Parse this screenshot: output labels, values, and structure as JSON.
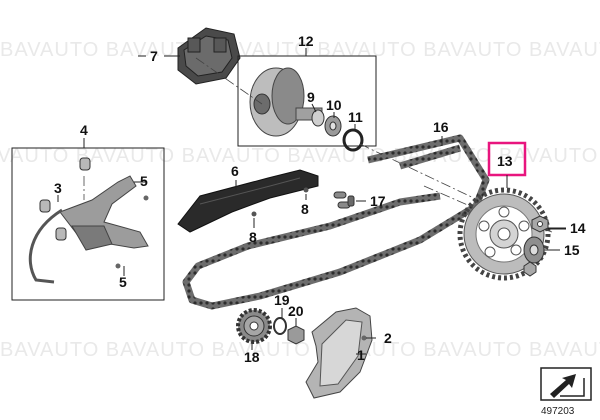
{
  "watermark": "BAVAUTO",
  "highlight_color": "#e8157e",
  "diagram_number": "497203",
  "nav_icon": "arrow-box-icon",
  "callouts": {
    "c1": "1",
    "c2": "2",
    "c3": "3",
    "c4": "4",
    "c5a": "5",
    "c5b": "5",
    "c6": "6",
    "c7": "7",
    "c8a": "8",
    "c8b": "8",
    "c9": "9",
    "c10": "10",
    "c11": "11",
    "c12": "12",
    "c13": "13",
    "c14": "14",
    "c15": "15",
    "c16": "16",
    "c17": "17",
    "c18": "18",
    "c19": "19",
    "c20": "20"
  }
}
